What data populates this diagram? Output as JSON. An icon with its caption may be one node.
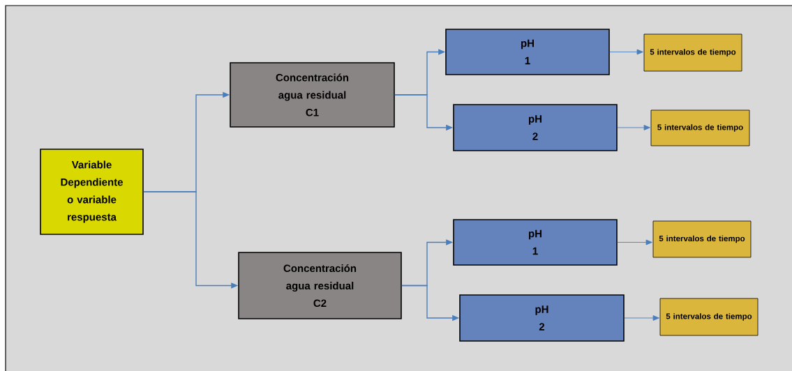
{
  "diagram": {
    "nodes": [
      {
        "text": [
          "Variable Dependiente o variable respuesta"
        ]
      },
      {
        "text": [
          "Concentración agua residual",
          "C1"
        ]
      },
      {
        "text": [
          "Concentración agua residual",
          "C2"
        ]
      },
      {
        "text": [
          "pH",
          "1"
        ]
      },
      {
        "text": [
          "pH",
          "2"
        ]
      },
      {
        "text": [
          "pH",
          "1"
        ]
      },
      {
        "text": [
          "pH",
          "2"
        ]
      },
      {
        "text": [
          "5 intervalos de tiempo"
        ]
      },
      {
        "text": [
          "5 intervalos de tiempo"
        ]
      },
      {
        "text": [
          "5 intervalos de tiempo"
        ]
      },
      {
        "text": [
          "5 intervalos de tiempo"
        ]
      }
    ],
    "edges": [
      {
        "from": 0,
        "to": 1,
        "arrow": "to"
      },
      {
        "from": 0,
        "to": 2,
        "arrow": "to"
      },
      {
        "from": 1,
        "to": 3,
        "arrow": "to"
      },
      {
        "from": 1,
        "to": 4,
        "arrow": "to"
      },
      {
        "from": 2,
        "to": 5,
        "arrow": "to"
      },
      {
        "from": 2,
        "to": 6,
        "arrow": "to"
      },
      {
        "from": 3,
        "to": 7,
        "arrow": "to"
      },
      {
        "from": 4,
        "to": 8,
        "arrow": "to"
      },
      {
        "from": 5,
        "to": 9,
        "arrow": "to"
      },
      {
        "from": 6,
        "to": 10,
        "arrow": "to"
      }
    ]
  }
}
